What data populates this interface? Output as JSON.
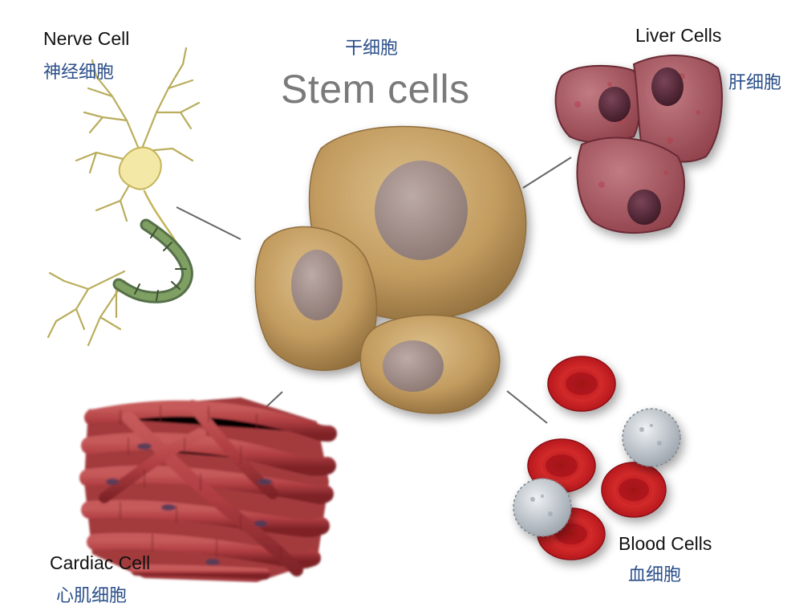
{
  "title": {
    "en": "Stem cells",
    "zh": "干细胞"
  },
  "cells": {
    "nerve": {
      "en": "Nerve Cell",
      "zh": "神经细胞"
    },
    "liver": {
      "en": "Liver Cells",
      "zh": "肝细胞"
    },
    "cardiac": {
      "en": "Cardiac Cell",
      "zh": "心肌细胞"
    },
    "blood": {
      "en": "Blood Cells",
      "zh": "血细胞"
    }
  },
  "colors": {
    "stem_cell": "#c9a56a",
    "stem_nucleus": "#a99590",
    "liver_cell": "#a8525a",
    "liver_nucleus": "#5a2838",
    "cardiac_fiber": "#b5474a",
    "red_blood_cell": "#d21f25",
    "white_blood_cell": "#c9ced4",
    "nerve_dendrite": "#c9bf6e",
    "nerve_body": "#f1e6a0",
    "nerve_axon": "#5f7a4a",
    "connector": "#666666",
    "label_zh": "#2b4f8a"
  }
}
